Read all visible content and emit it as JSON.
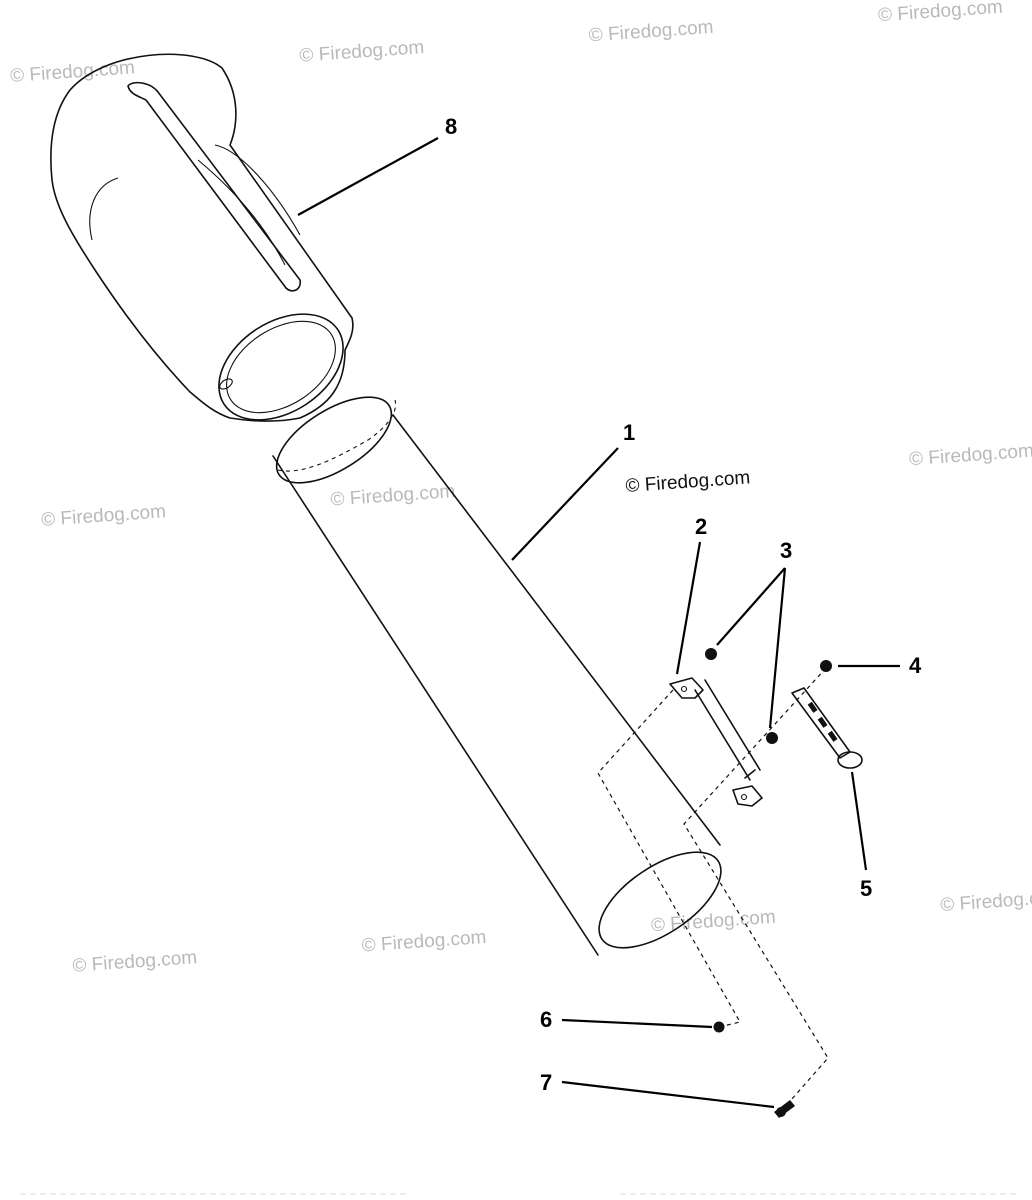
{
  "watermark": "© Firedog.com",
  "callouts": [
    "1",
    "2",
    "3",
    "4",
    "5",
    "6",
    "7",
    "8"
  ]
}
